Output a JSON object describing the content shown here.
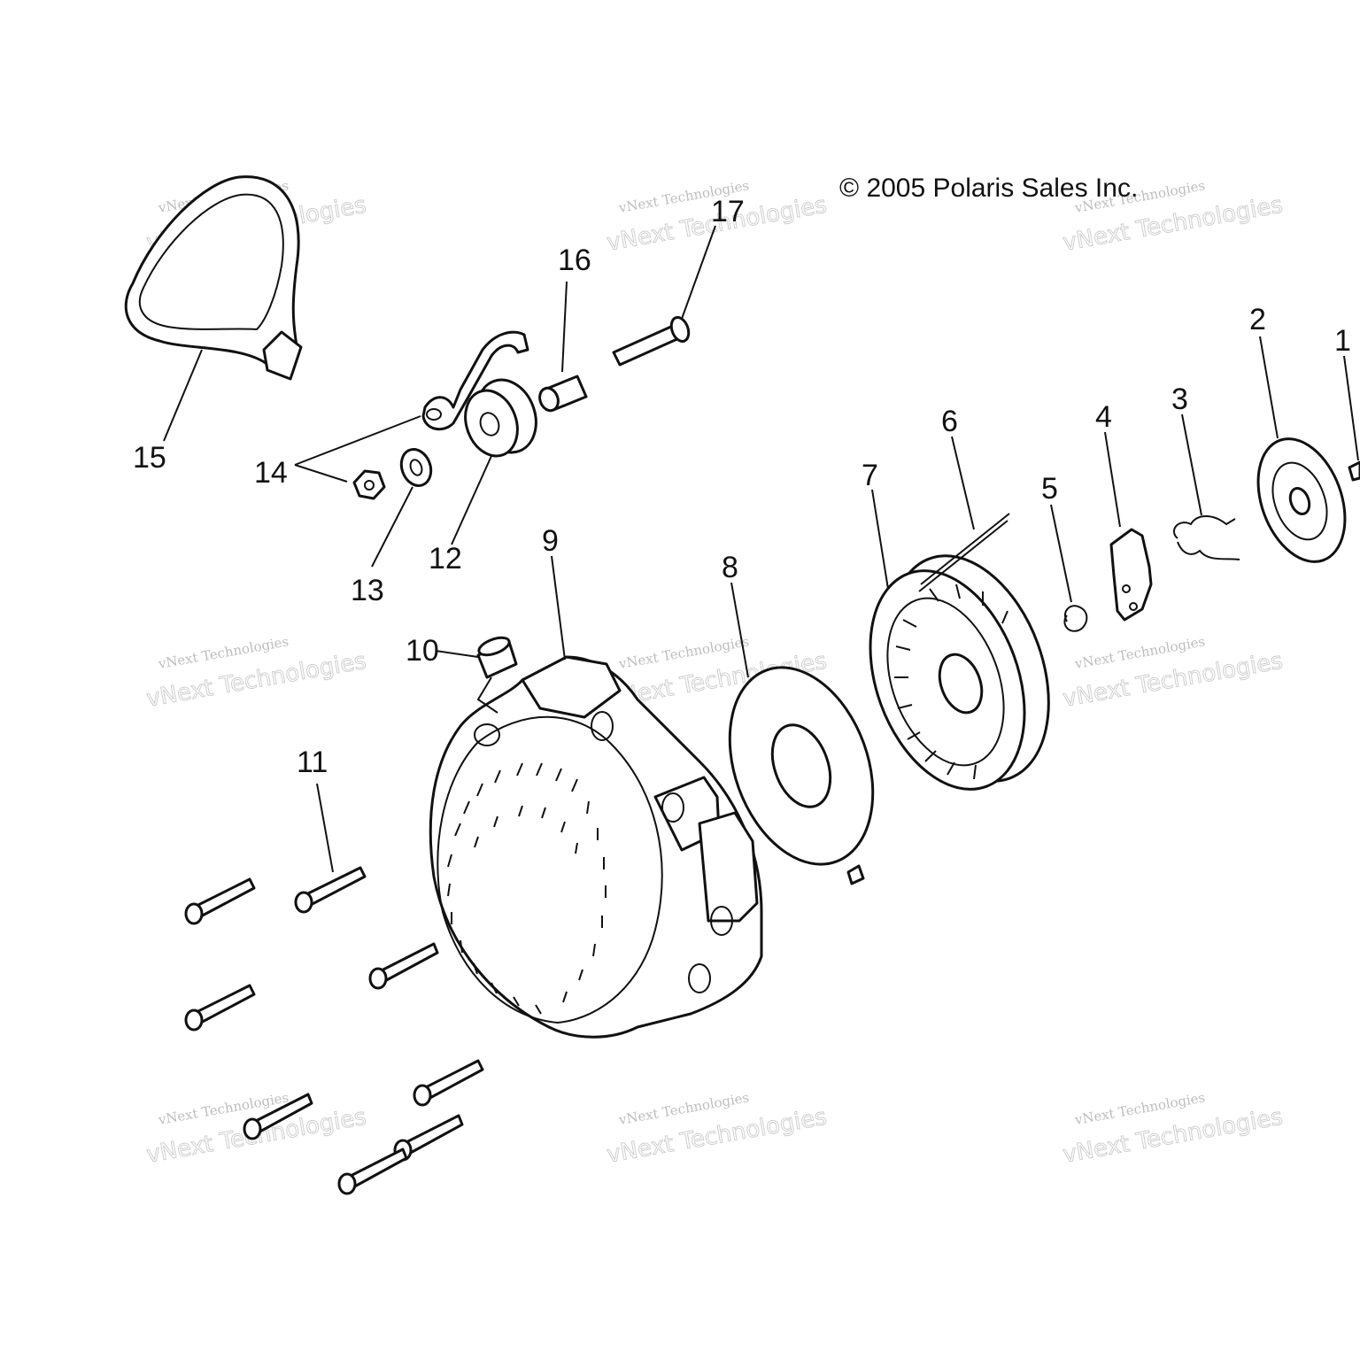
{
  "copyright": "© 2005 Polaris Sales Inc.",
  "watermark": {
    "line1": "vNext Technologies",
    "line2": "vNext Technologies"
  },
  "callouts": [
    "1",
    "2",
    "3",
    "4",
    "5",
    "6",
    "7",
    "8",
    "9",
    "10",
    "11",
    "12",
    "13",
    "14",
    "15",
    "16",
    "17"
  ]
}
